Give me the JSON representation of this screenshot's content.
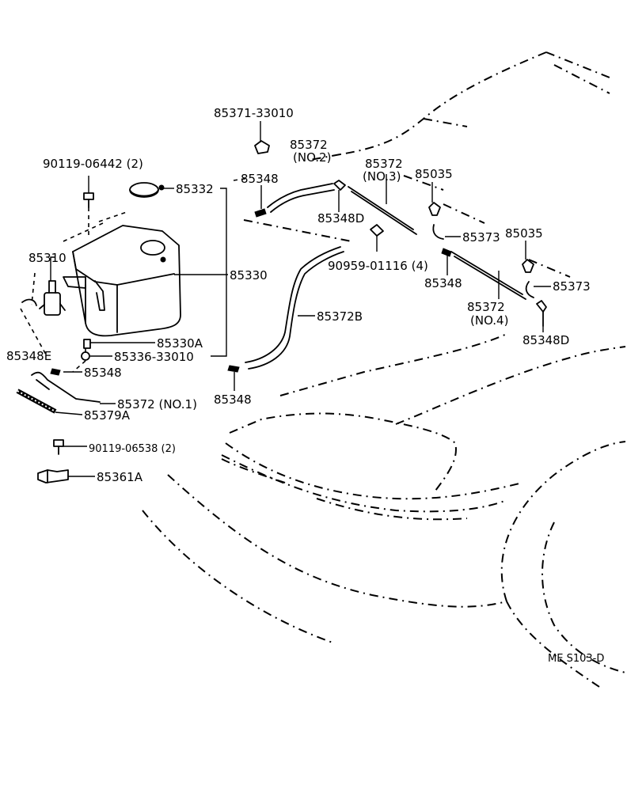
{
  "diagram_code": "ME S103-D",
  "callouts": {
    "c85371": "85371-33010",
    "c85372_no2_num": "85372",
    "c85372_no2_sub": "(NO.2)",
    "c85372_no3_num": "85372",
    "c85372_no3_sub": "(NO.3)",
    "c85035_a": "85035",
    "c85035_b": "85035",
    "c90119_a": "90119-06442 (2)",
    "c85332": "85332",
    "c85348_top": "85348",
    "c85348d_top": "85348D",
    "c85373_a": "85373",
    "c85373_b": "85373",
    "c90959": "90959-01116 (4)",
    "c85348_mid": "85348",
    "c85310": "85310",
    "c85330": "85330",
    "c85372b": "85372B",
    "c85372_no4_num": "85372",
    "c85372_no4_sub": "(NO.4)",
    "c85348d_right": "85348D",
    "c85330a": "85330A",
    "c85336": "85336-33010",
    "c85348e": "85348E",
    "c85348_left": "85348",
    "c85348_bottom": "85348",
    "c85372_no1": "85372 (NO.1)",
    "c85379a": "85379A",
    "c90119_b": "90119-06538 (2)",
    "c85361a": "85361A"
  }
}
